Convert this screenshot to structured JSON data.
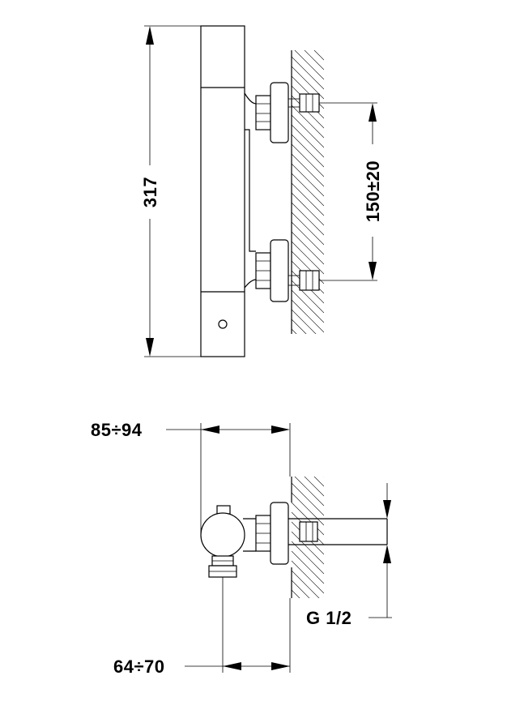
{
  "dimensions": {
    "height": "317",
    "inlet_spacing": "150±20",
    "depth_max": "85÷94",
    "depth_min": "64÷70",
    "thread": "G 1/2"
  }
}
